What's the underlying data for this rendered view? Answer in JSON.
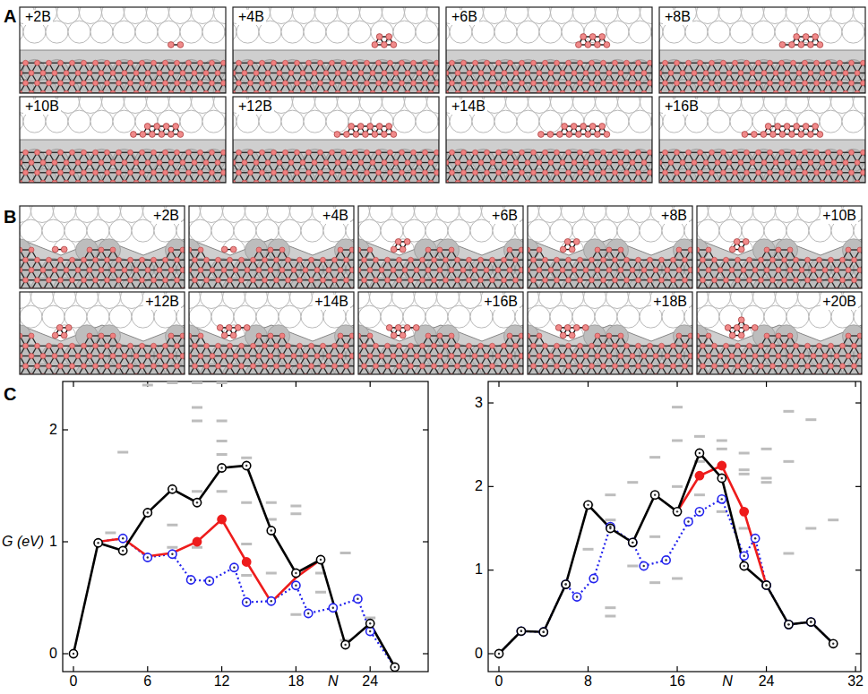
{
  "diagram": {
    "labels": [
      "A",
      "+2B",
      "+4B",
      "+6B",
      "+8B",
      "+10B",
      "+12B",
      "+14B",
      "+16B",
      "B",
      "+2B",
      "+4B",
      "+6B",
      "+8B",
      "+10B",
      "+12B",
      "+14B",
      "+16B",
      "+18B",
      "+20B",
      "C",
      "G (eV)",
      "0",
      "1",
      "2",
      "0",
      "6",
      "12",
      "18",
      "24",
      "N",
      "0",
      "1",
      "2",
      "3",
      "0",
      "8",
      "16",
      "24",
      "32",
      "N"
    ]
  }
}
